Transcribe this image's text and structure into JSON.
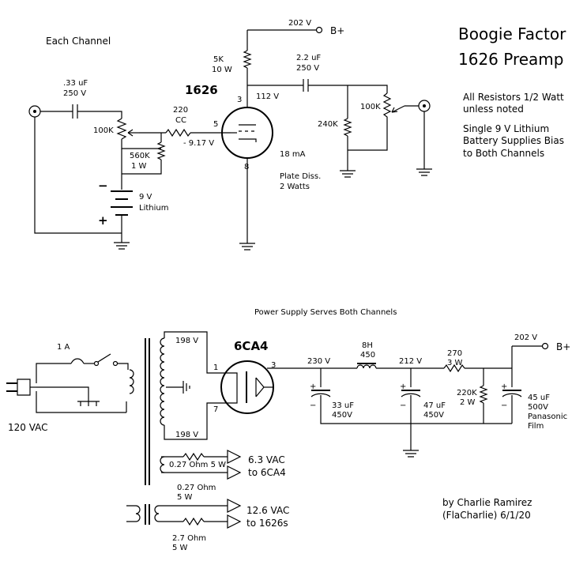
{
  "title": {
    "line1": "Boogie Factor",
    "line2": "1626 Preamp"
  },
  "notes": {
    "resistors_line1": "All Resistors 1/2 Watt",
    "resistors_line2": "unless noted",
    "battery_line1": "Single 9 V Lithium",
    "battery_line2": "Battery Supplies Bias",
    "battery_line3": "to Both Channels"
  },
  "credit": {
    "line1": "by Charlie Ramirez",
    "line2": "(FlaCharlie)  6/1/20"
  },
  "preamp": {
    "section_label": "Each Channel",
    "input_cap_value": ".33 uF",
    "input_cap_voltage": "250 V",
    "volume_pot": "100K",
    "grid_res_value": "220",
    "grid_res_type": "CC",
    "grid_voltage": "- 9.17 V",
    "bias_res_value": "560K",
    "bias_res_watt": "1 W",
    "battery_value": "9 V",
    "battery_type": "Lithium",
    "battery_minus": "−",
    "battery_plus": "+",
    "tube_name": "1626",
    "pin_plate": "3",
    "pin_grid": "5",
    "pin_cathode": "8",
    "plate_voltage": "112 V",
    "plate_current": "18 mA",
    "plate_diss_line1": "Plate Diss.",
    "plate_diss_line2": "2 Watts",
    "b_plus_voltage": "202 V",
    "b_plus_label": "B+",
    "load_res_value": "5K",
    "load_res_watt": "10 W",
    "coupling_cap_value": "2.2 uF",
    "coupling_cap_voltage": "250 V",
    "shunt_res": "240K",
    "output_pot": "100K"
  },
  "power_supply": {
    "section_label": "Power Supply Serves Both Channels",
    "fuse": "1 A",
    "mains": "120 VAC",
    "hv_top": "198 V",
    "hv_bottom": "198 V",
    "rectifier_name": "6CA4",
    "rect_pin1": "1",
    "rect_pin7": "7",
    "rect_pin3": "3",
    "v_230": "230 V",
    "choke_value": "8H",
    "choke_res": "450",
    "v_212": "212 V",
    "drop_res_value": "270",
    "drop_res_watt": "3 W",
    "b_plus_voltage": "202 V",
    "b_plus_label": "B+",
    "cap1_value": "33 uF",
    "cap1_voltage": "450V",
    "cap2_value": "47 uF",
    "cap2_voltage": "450V",
    "bleeder_value": "220K",
    "bleeder_watt": "2 W",
    "cap3_value": "45 uF",
    "cap3_voltage": "500V",
    "cap3_brand": "Panasonic",
    "cap3_type": "Film",
    "cap_plus": "+",
    "cap_minus": "−",
    "heater1_res_a": "0.27 Ohm  5 W",
    "heater1_res_b_line1": "0.27 Ohm",
    "heater1_res_b_line2": "5 W",
    "heater1_out_line1": "6.3 VAC",
    "heater1_out_line2": "to 6CA4",
    "heater2_res_line1": "2.7 Ohm",
    "heater2_res_line2": "5 W",
    "heater2_out_line1": "12.6 VAC",
    "heater2_out_line2": "to 1626s"
  }
}
